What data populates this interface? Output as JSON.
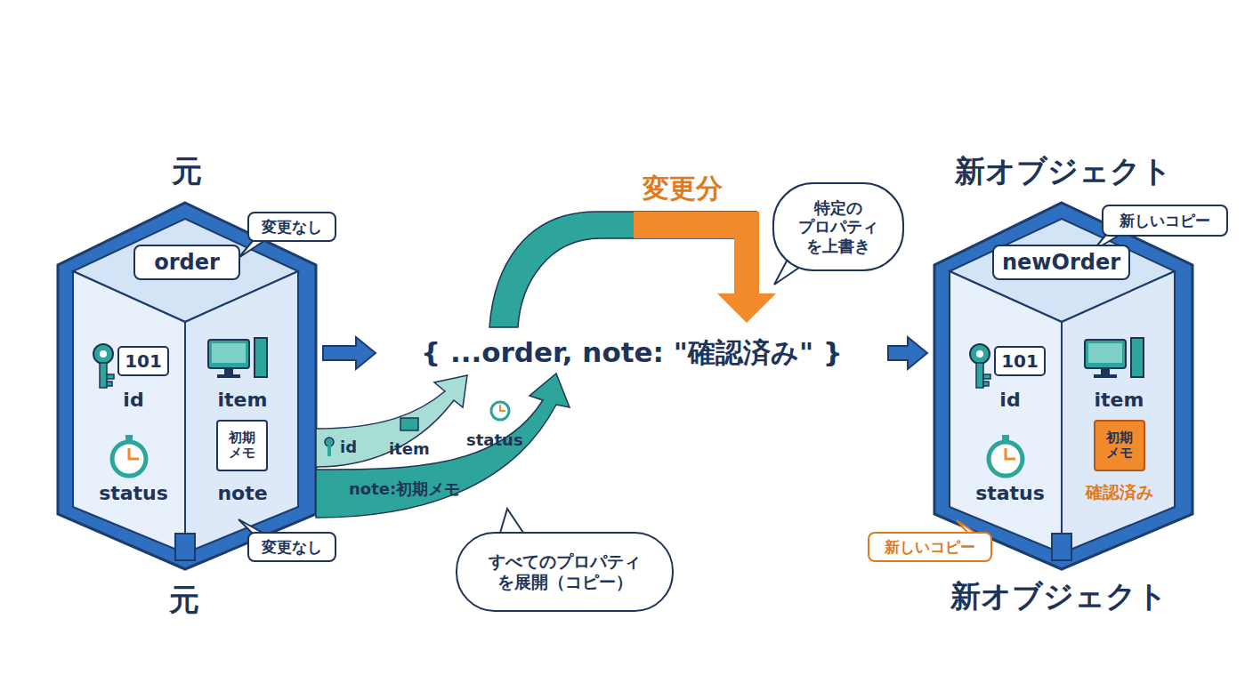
{
  "diagram": {
    "nodes": [
      {
        "text": [
          "元",
          "order"
        ]
      },
      {
        "text": [
          "101",
          "id"
        ],
        "in": 0
      },
      {
        "text": [
          "item"
        ],
        "in": 0
      },
      {
        "text": [
          "status"
        ],
        "in": 0
      },
      {
        "text": [
          "初期 メモ",
          "note"
        ],
        "in": 0
      },
      {
        "text": [
          "変更なし"
        ]
      },
      {
        "text": [
          "変更なし"
        ]
      },
      {
        "text": [
          "{ ...order, note: \"確認済み\" }"
        ]
      },
      {
        "text": [
          "特定の プロパティ を上書き"
        ]
      },
      {
        "text": [
          "すべてのプロパティ を展開（コピー）"
        ]
      },
      {
        "text": [
          "新オブジェクト",
          "newOrder"
        ]
      },
      {
        "text": [
          "新しいコピー"
        ]
      },
      {
        "text": [
          "101",
          "id"
        ],
        "in": 10
      },
      {
        "text": [
          "item"
        ],
        "in": 10
      },
      {
        "text": [
          "status"
        ],
        "in": 10
      },
      {
        "text": [
          "初期 メモ",
          "確認済み"
        ],
        "in": 10
      },
      {
        "text": [
          "新しいコピー"
        ]
      }
    ],
    "edges": [
      {
        "from": 0,
        "to": 7,
        "arrow": "to"
      },
      {
        "from": 7,
        "to": 10,
        "arrow": "to"
      }
    ],
    "labels": [
      "id",
      "item",
      "status",
      "note:初期メモ",
      "変更分",
      "元",
      "新オブジェクト"
    ]
  }
}
